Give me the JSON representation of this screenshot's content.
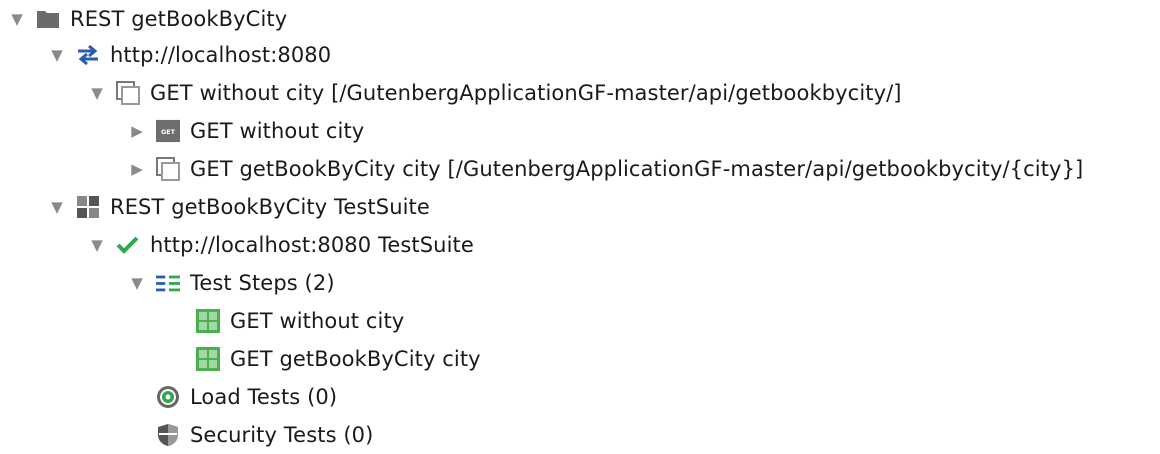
{
  "tree": {
    "nodes": [
      {
        "id": "project",
        "label": "REST getBookByCity",
        "toggle": "▼",
        "icon": "folder-icon",
        "depth": 0
      },
      {
        "id": "service",
        "label": "http://localhost:8080",
        "toggle": "▼",
        "icon": "transfer-arrows-icon",
        "depth": 1
      },
      {
        "id": "resource",
        "label": "GET without city [/GutenbergApplicationGF-master/api/getbookbycity/]",
        "toggle": "▼",
        "icon": "resource-window-icon",
        "depth": 2
      },
      {
        "id": "method-get",
        "label": "GET without city",
        "toggle": "▶",
        "icon": "get-method-icon",
        "depth": 3
      },
      {
        "id": "resource-city",
        "label": "GET getBookByCity city [/GutenbergApplicationGF-master/api/getbookbycity/{city}]",
        "toggle": "▶",
        "icon": "resource-window-icon",
        "depth": 3
      },
      {
        "id": "testsuite-root",
        "label": "REST getBookByCity TestSuite",
        "toggle": "▼",
        "icon": "grid-icon",
        "depth": 1
      },
      {
        "id": "testsuite",
        "label": "http://localhost:8080 TestSuite",
        "toggle": "▼",
        "icon": "checkmark-icon",
        "depth": 2
      },
      {
        "id": "teststeps",
        "label": "Test Steps (2)",
        "toggle": "▼",
        "icon": "list-icon",
        "depth": 3
      },
      {
        "id": "step1",
        "label": "GET without city",
        "toggle": "",
        "icon": "rest-step-icon",
        "depth": 4
      },
      {
        "id": "step2",
        "label": "GET getBookByCity city",
        "toggle": "",
        "icon": "rest-step-icon",
        "depth": 4
      },
      {
        "id": "loadtests",
        "label": "Load Tests (0)",
        "toggle": "",
        "icon": "target-icon",
        "depth": 3
      },
      {
        "id": "securitytests",
        "label": "Security Tests (0)",
        "toggle": "",
        "icon": "shield-icon",
        "depth": 3
      }
    ]
  },
  "colors": {
    "text": "#1a1a1a",
    "toggle": "#8a8a8a",
    "folder": "#6b6b6b",
    "arrows": "#2a5db0",
    "check": "#2fa84f",
    "step_green": "#4caf50"
  }
}
